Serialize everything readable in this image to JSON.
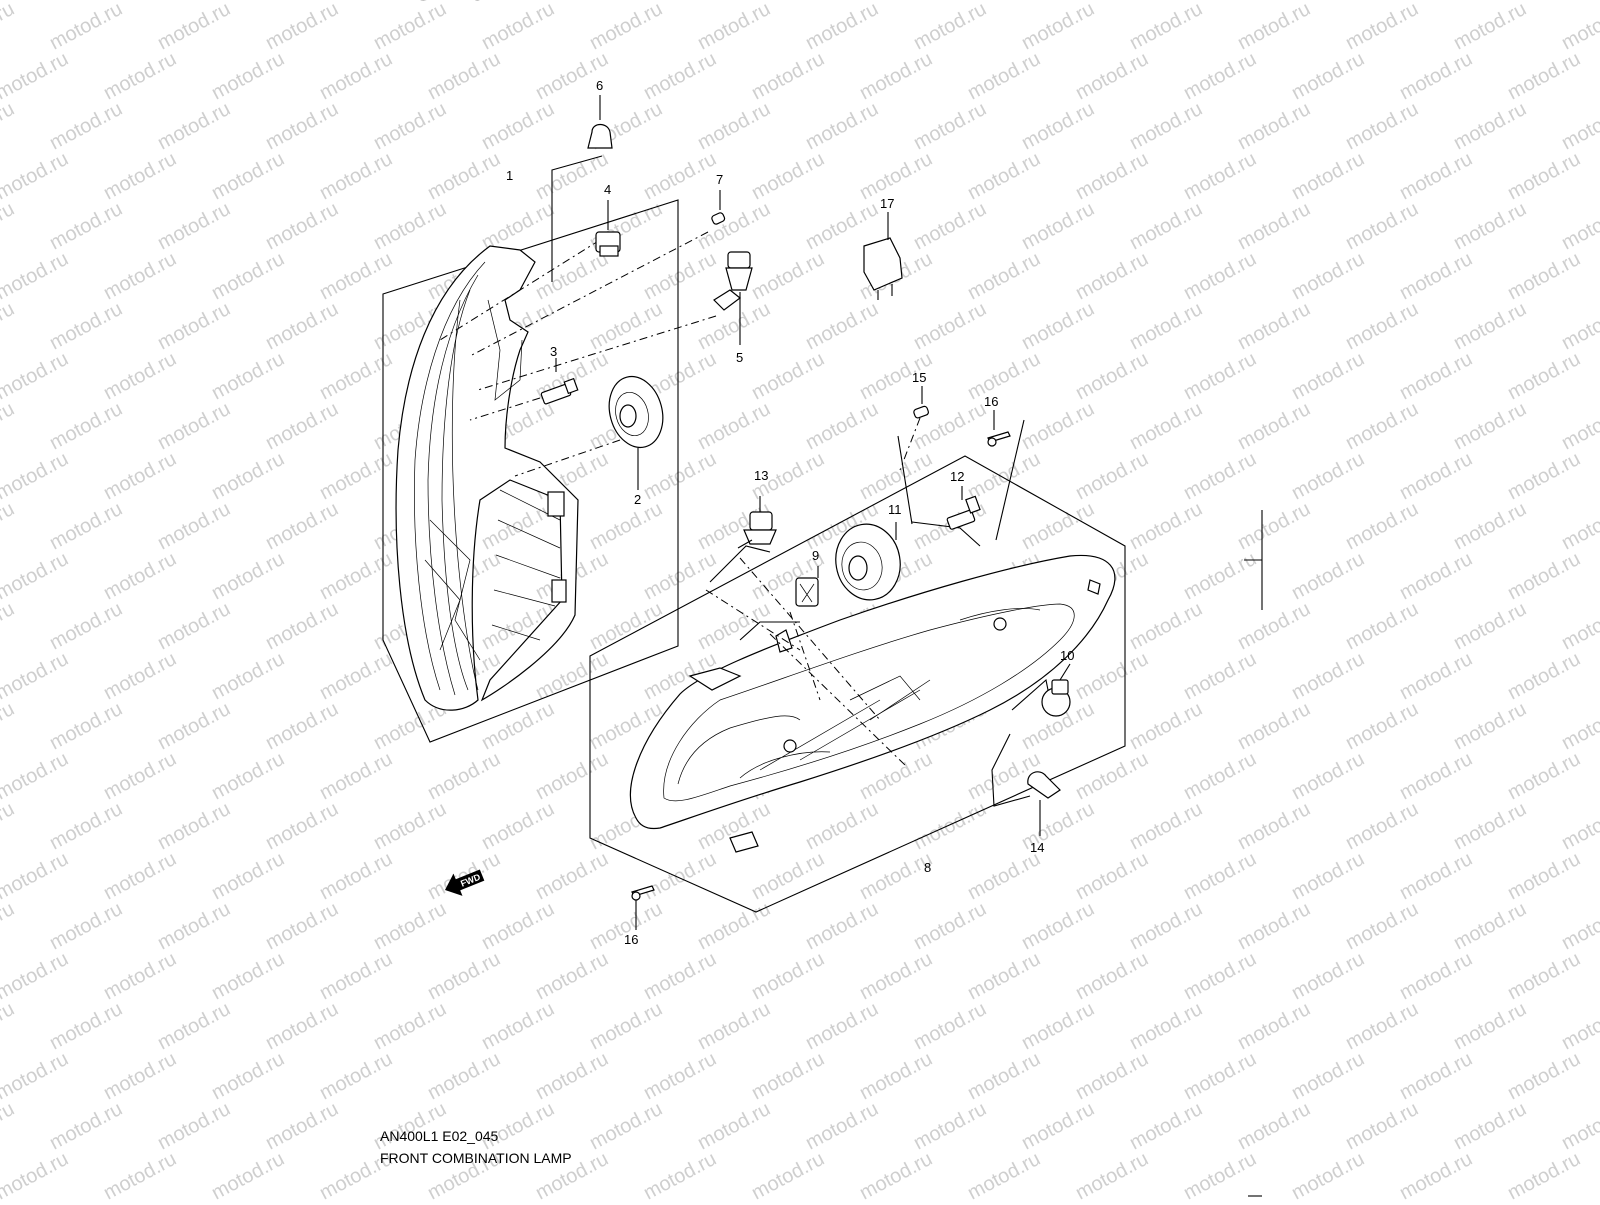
{
  "figure_title": "FIG.45",
  "caption": {
    "code": "AN400L1 E02_045",
    "title": "FRONT COMBINATION LAMP"
  },
  "watermark_text": "motod.ru",
  "direction_arrow": "FWD",
  "callouts": {
    "c1": "1",
    "c2": "2",
    "c3": "3",
    "c4": "4",
    "c5": "5",
    "c6": "6",
    "c7": "7",
    "c8": "8",
    "c9": "9",
    "c10": "10",
    "c11": "11",
    "c12": "12",
    "c13": "13",
    "c14": "14",
    "c15": "15",
    "c16a": "16",
    "c16b": "16",
    "c17": "17"
  },
  "colors": {
    "line": "#000000",
    "watermark": "#cfcfcf",
    "background": "#ffffff"
  }
}
